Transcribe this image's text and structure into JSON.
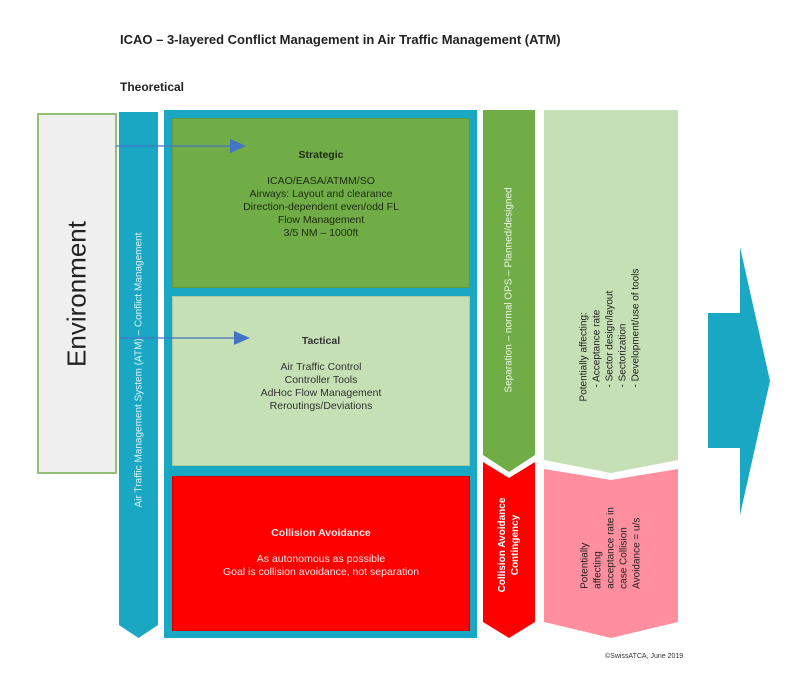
{
  "title": "ICAO – 3-layered Conflict Management in Air Traffic Management (ATM)",
  "subtitle": "Theoretical",
  "environment": {
    "label": "Environment"
  },
  "atm_system": {
    "label": "Air Traffic Management System (ATM) – Conflict Management"
  },
  "layers": [
    {
      "title": "Strategic",
      "lines": [
        "ICAO/EASA/ATMM/SO",
        "Airways: Layout and clearance",
        "Direction-dependent even/odd FL",
        "Flow Management",
        "3/5 NM – 1000ft"
      ]
    },
    {
      "title": "Tactical",
      "lines": [
        "Air Traffic Control",
        "Controller Tools",
        "AdHoc Flow Management",
        "Reroutings/Deviations"
      ]
    },
    {
      "title": "Collision Avoidance",
      "lines": [
        "As autonomous as possible",
        "Goal is collision avoidance, not separation"
      ]
    }
  ],
  "separation": {
    "label": "Separation – normal OPS – Planned/designed"
  },
  "collision_contingency": {
    "line1": "Collision Avoidance",
    "line2": "Contingency"
  },
  "affecting": {
    "heading": "Potentially affecting:",
    "items": [
      "Acceptance rate",
      "Sector design/layout",
      "Sectorization",
      "Development/use of tools"
    ]
  },
  "pink_note": {
    "lines": [
      "Potentially",
      "affecting",
      "acceptance rate in",
      "case Collision",
      "Avoidance = u/s"
    ]
  },
  "copyright": "©SwissATCA, June 2019",
  "colors": {
    "teal": "#1aa7c4",
    "strategic_green": "#70ad47",
    "tactical_light_green": "#c5e0b4",
    "collision_red": "#ff0000",
    "pink": "#ff8f9e",
    "arrow_blue": "#4472c4",
    "environment_fill": "#efefef",
    "environment_border": "#8fc073"
  }
}
